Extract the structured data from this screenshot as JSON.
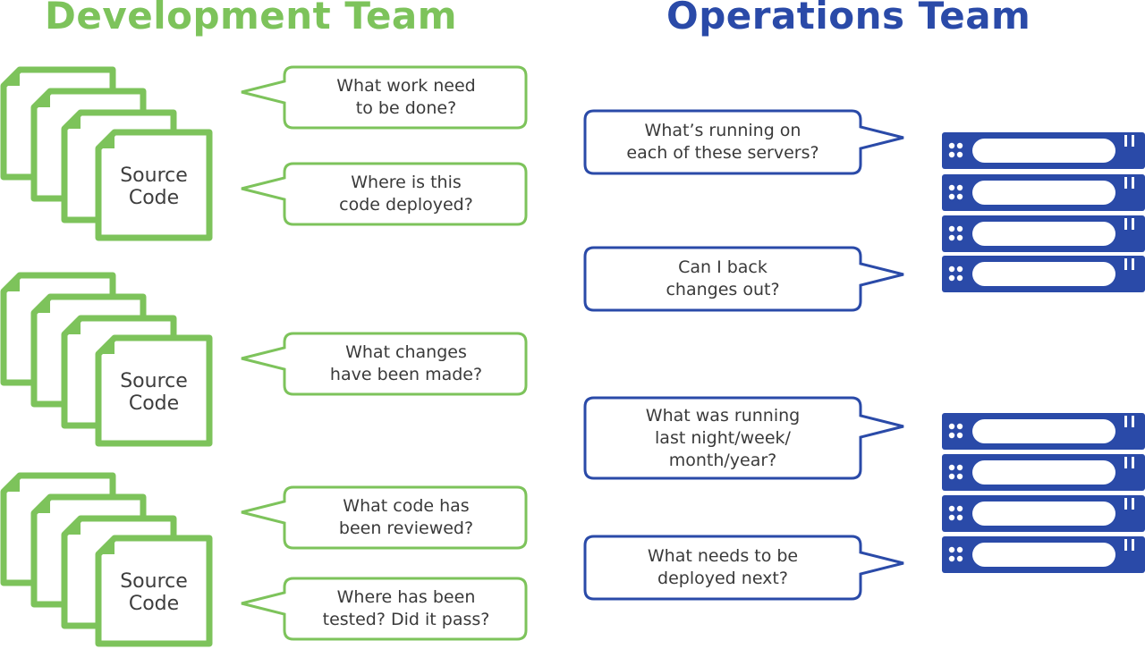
{
  "development_team": {
    "title": "Development Team",
    "color": "#7dc35b",
    "document_label": "Source\nCode",
    "questions": [
      "What work need\nto be done?",
      "Where is this\ncode deployed?",
      "What changes\nhave been made?",
      "What code has\nbeen reviewed?",
      "Where has been\ntested? Did it pass?"
    ]
  },
  "operations_team": {
    "title": "Operations Team",
    "color": "#2a4aa8",
    "questions": [
      "What’s running on\neach of these servers?",
      "Can I back\nchanges out?",
      "What was running\nlast night/week/\nmonth/year?",
      "What needs to be\ndeployed next?"
    ]
  },
  "icons": {
    "document": "source-code-document-stack-icon",
    "server": "server-rack-unit-icon"
  }
}
